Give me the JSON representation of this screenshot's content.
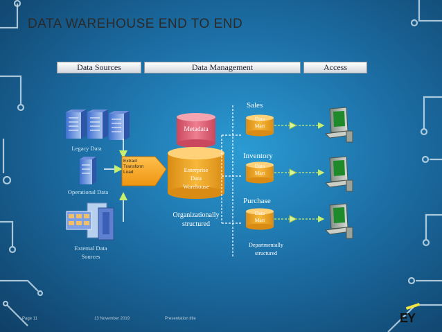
{
  "title": "DATA WAREHOUSE END TO END",
  "headers": {
    "sources": "Data Sources",
    "management": "Data Management",
    "access": "Access"
  },
  "sources": {
    "legacy": "Legacy  Data",
    "operational": "Operational  Data",
    "external_line1": "External Data",
    "external_line2": "Sources"
  },
  "etl": {
    "line1": "Extract",
    "line2": "Transform",
    "line3": "Load"
  },
  "metadata": "Metadata",
  "warehouse": {
    "line1": "Enterprise",
    "line2": "Data",
    "line3": "Warehouse",
    "caption_line1": "Organizationally",
    "caption_line2": "structured"
  },
  "marts": [
    {
      "label": "Sales",
      "line1": "Data",
      "line2": "Mart"
    },
    {
      "label": "Inventory",
      "line1": "Data",
      "line2": "Mart"
    },
    {
      "label": "Purchase",
      "line1": "Data",
      "line2": "Mart"
    }
  ],
  "dept_caption": {
    "line1": "Departmentally",
    "line2": "structured"
  },
  "footer": {
    "page": "Page 11",
    "date": "13 November 2019",
    "presentation": "Presentation title"
  },
  "logo": "EY",
  "colors": {
    "etl_arrow": "#f5a31a",
    "metadata": "#e06a7d",
    "warehouse": "#f2a830",
    "mart": "#f2a830",
    "flow_arrow": "#c8ee6e"
  }
}
